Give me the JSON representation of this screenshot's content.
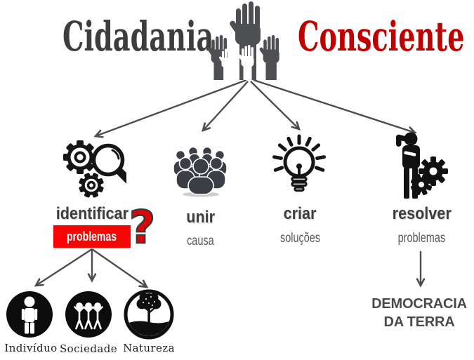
{
  "title": {
    "left": "Cidadania",
    "right": "Consciente"
  },
  "steps": [
    {
      "label": "identificar",
      "sub": "problemas",
      "icon": "gears-magnifier-icon"
    },
    {
      "label": "unir",
      "sub": "causa",
      "icon": "crowd-icon"
    },
    {
      "label": "criar",
      "sub": "soluções",
      "icon": "lightbulb-icon"
    },
    {
      "label": "resolver",
      "sub": "problemas",
      "icon": "thinker-gears-icon"
    }
  ],
  "question_mark": "?",
  "outcome": {
    "line1": "DEMOCRACIA",
    "line2": "DA TERRA"
  },
  "problem_targets": [
    {
      "label": "Indivíduo",
      "icon": "individual-icon"
    },
    {
      "label": "Sociedade",
      "icon": "society-icon"
    },
    {
      "label": "Natureza",
      "icon": "nature-icon"
    }
  ],
  "colors": {
    "title_gray": "#3d3d3d",
    "title_red": "#c00000",
    "box_red": "#f60505",
    "question_red": "#e10505",
    "icon_dark": "#4d4f53",
    "arrow_gray": "#4d4d4d",
    "black": "#111111"
  }
}
